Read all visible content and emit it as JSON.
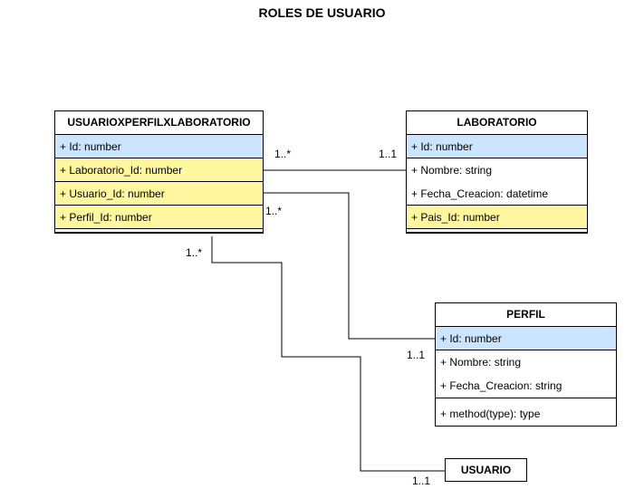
{
  "title": "ROLES DE USUARIO",
  "classes": {
    "uxpl": {
      "name": "USUARIOXPERFILXLABORATORIO",
      "attrs": [
        "+ Id: number",
        "+ Laboratorio_Id: number",
        "+ Usuario_Id: number",
        "+ Perfil_Id: number"
      ]
    },
    "lab": {
      "name": "LABORATORIO",
      "attrs": [
        "+ Id: number",
        "+ Nombre: string",
        "+ Fecha_Creacion: datetime",
        "+ Pais_Id: number"
      ]
    },
    "perfil": {
      "name": "PERFIL",
      "attrs": [
        "+ Id: number",
        "+ Nombre: string",
        "+ Fecha_Creacion: string"
      ],
      "methods": [
        "+ method(type): type"
      ]
    },
    "usuario": {
      "name": "USUARIO"
    }
  },
  "multiplicities": {
    "uxpl_lab_left": "1..*",
    "uxpl_lab_right": "1..1",
    "uxpl_perfil_left": "1..*",
    "uxpl_perfil_right": "1..1",
    "uxpl_usuario_left": "1..*",
    "uxpl_usuario_right": "1..1"
  },
  "colors": {
    "primary_key": "#cce5ff",
    "foreign_key": "#fff7a0"
  }
}
